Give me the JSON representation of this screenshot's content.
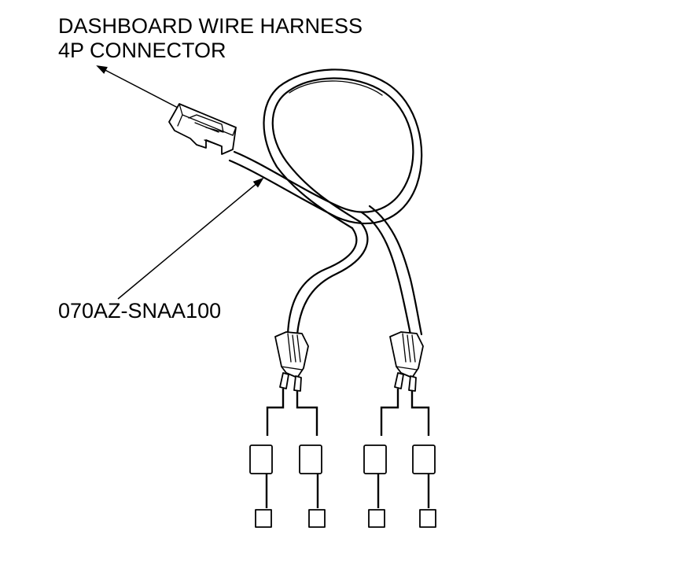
{
  "labels": {
    "connector": [
      "DASHBOARD WIRE HARNESS",
      "4P CONNECTOR"
    ],
    "part_number": "070AZ-SNAA100"
  },
  "icons": {
    "arrow": "arrow-head-icon",
    "connector": "4p-connector-icon",
    "plug": "2p-plug-icon",
    "terminal": "terminal-box-icon"
  }
}
